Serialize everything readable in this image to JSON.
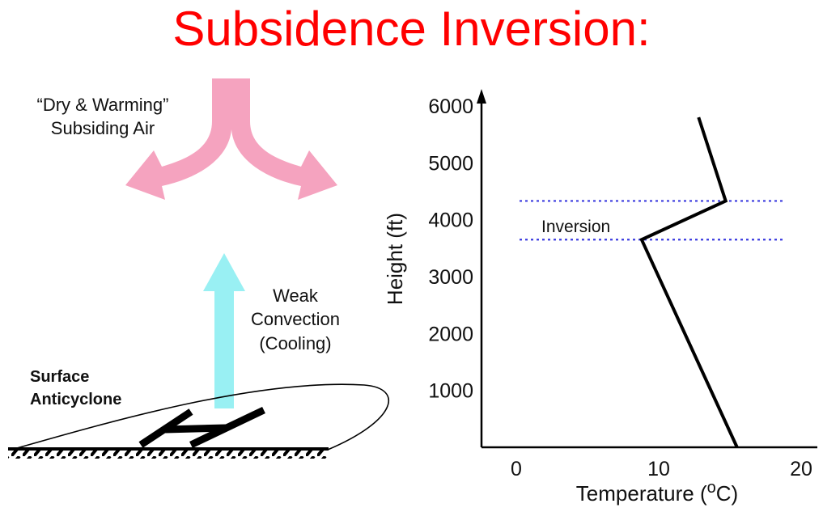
{
  "title": "Subsidence Inversion:",
  "colors": {
    "title": "#ff0000",
    "subsiding_arrow": "#f5a3bf",
    "convection_arrow": "#99f0f3",
    "inversion_lines": "#3b3bdf",
    "profile_line": "#000000"
  },
  "left_panel": {
    "subsiding_air": {
      "line1": "“Dry & Warming”",
      "line2": "Subsiding Air"
    },
    "convection": {
      "line1": "Weak",
      "line2": "Convection",
      "line3": "(Cooling)"
    },
    "anticyclone": {
      "line1": "Surface",
      "line2": "Anticyclone",
      "symbol": "H"
    }
  },
  "chart_data": {
    "type": "line",
    "xlabel": "Temperature (°C)",
    "xlabel_main": "Temperature (",
    "xlabel_sup": "o",
    "xlabel_end": "C)",
    "ylabel": "Height (ft)",
    "xlim": [
      -1.5,
      20
    ],
    "ylim": [
      0,
      6000
    ],
    "x_ticks": [
      "0",
      "10",
      "20"
    ],
    "y_ticks": [
      "1000",
      "2000",
      "3000",
      "4000",
      "5000",
      "6000"
    ],
    "series": [
      {
        "x": [
          15.5,
          8.8,
          14.7,
          12.8
        ],
        "y": [
          0,
          3650,
          4330,
          5800
        ]
      }
    ],
    "annotation": "Inversion",
    "inversion_bounds_ft": [
      3650,
      4330
    ]
  }
}
